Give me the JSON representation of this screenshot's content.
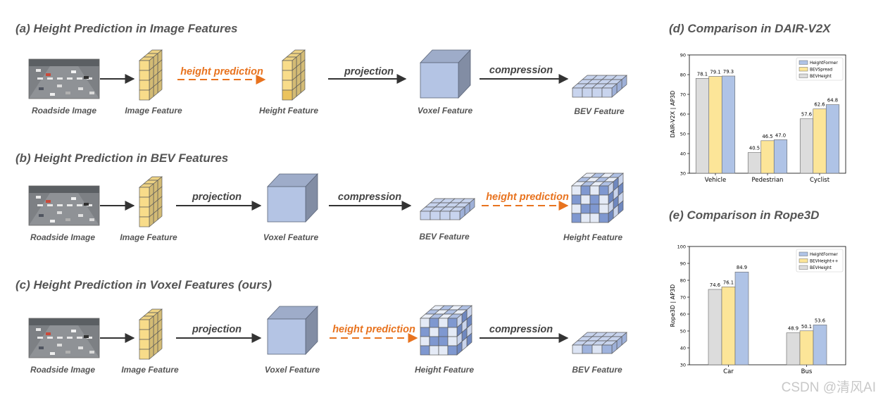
{
  "rows": {
    "a": {
      "title": "(a) Height Prediction in Image Features",
      "captions": [
        "Roadside Image",
        "Image Feature",
        "Height Feature",
        "Voxel Feature",
        "BEV Feature"
      ],
      "arrows": [
        "height prediction",
        "projection",
        "compression"
      ]
    },
    "b": {
      "title": "(b) Height Prediction in BEV Features",
      "captions": [
        "Roadside Image",
        "Image Feature",
        "Voxel Feature",
        "BEV Feature",
        "Height Feature"
      ],
      "arrows": [
        "projection",
        "compression",
        "height prediction"
      ]
    },
    "c": {
      "title": "(c) Height Prediction in Voxel Features (ours)",
      "captions": [
        "Roadside Image",
        "Image Feature",
        "Voxel Feature",
        "Height Feature",
        "BEV Feature"
      ],
      "arrows": [
        "projection",
        "height prediction",
        "compression"
      ]
    }
  },
  "colors": {
    "highlight": "#E8731F",
    "feature_yellow": "#F8DC8A",
    "voxel_blue": "#B4C4E4",
    "bev_blue": "#A9BDE4"
  },
  "chart_data": [
    {
      "title": "(d) Comparison in DAIR-V2X",
      "type": "bar",
      "ylabel": "DAIR-V2X | AP3D",
      "ylim": [
        30,
        90
      ],
      "yticks": [
        30,
        40,
        50,
        60,
        70,
        80,
        90
      ],
      "categories": [
        "Vehicle",
        "Pedestrian",
        "Cyclist"
      ],
      "series": [
        {
          "name": "BEVHeight",
          "color": "#DCDCDC",
          "values": [
            78.1,
            40.5,
            57.6
          ]
        },
        {
          "name": "BEVSpread",
          "color": "#FCE598",
          "values": [
            79.1,
            46.5,
            62.6
          ]
        },
        {
          "name": "HeightFormer",
          "color": "#AFC3E6",
          "values": [
            79.3,
            47.0,
            64.8
          ]
        }
      ],
      "legend_order": [
        "HeightFormer",
        "BEVSpread",
        "BEVHeight"
      ],
      "legend": "top-right",
      "grid": false
    },
    {
      "title": "(e) Comparison in Rope3D",
      "type": "bar",
      "ylabel": "Rope3D | AP3D",
      "ylim": [
        30,
        100
      ],
      "yticks": [
        30,
        40,
        50,
        60,
        70,
        80,
        90,
        100
      ],
      "categories": [
        "Car",
        "Bus"
      ],
      "series": [
        {
          "name": "BEVHeight",
          "color": "#DCDCDC",
          "values": [
            74.6,
            48.9
          ]
        },
        {
          "name": "BEVHeight++",
          "color": "#FCE598",
          "values": [
            76.1,
            50.1
          ]
        },
        {
          "name": "HeightFormer",
          "color": "#AFC3E6",
          "values": [
            84.9,
            53.6
          ]
        }
      ],
      "legend_order": [
        "HeightFormer",
        "BEVHeight++",
        "BEVHeight"
      ],
      "legend": "top-right",
      "grid": false
    }
  ],
  "watermark": "CSDN @清风AI"
}
